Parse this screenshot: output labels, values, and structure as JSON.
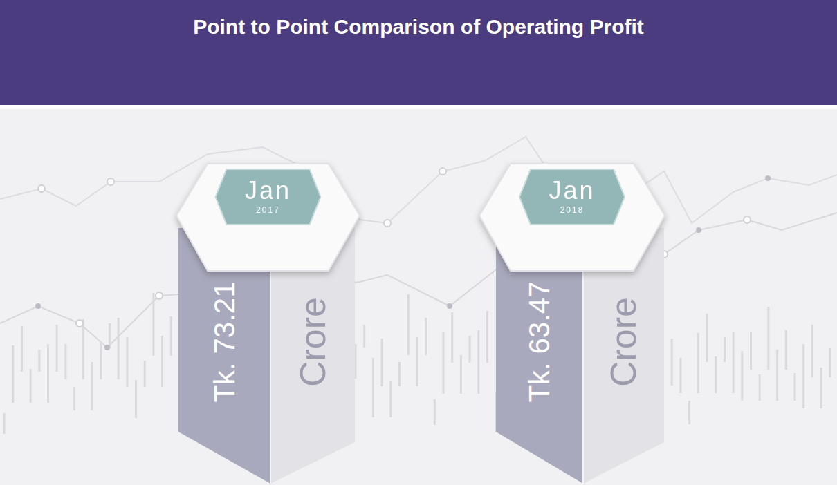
{
  "diagram": {
    "title": "Point to Point Comparison of Operating Profit",
    "nodes": [
      {
        "text": [
          "Jan",
          "2017"
        ]
      },
      {
        "text": [
          "Tk. 73.21",
          "Crore"
        ]
      },
      {
        "text": [
          "Jan",
          "2018"
        ]
      },
      {
        "text": [
          "Tk. 63.47",
          "Crore"
        ]
      }
    ]
  }
}
